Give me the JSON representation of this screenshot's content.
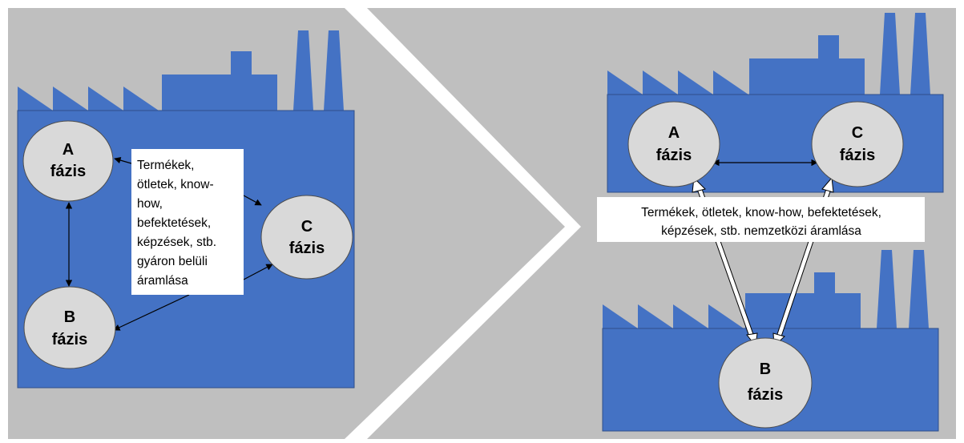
{
  "left_panel": {
    "phase_a": {
      "line1": "A",
      "line2": "fázis"
    },
    "phase_b": {
      "line1": "B",
      "line2": "fázis"
    },
    "phase_c": {
      "line1": "C",
      "line2": "fázis"
    },
    "flow_lines": [
      "Termékek,",
      "ötletek, know-",
      "how,",
      "befektetések,",
      "képzések, stb.",
      "gyáron belüli",
      "áramlása"
    ]
  },
  "right_panel": {
    "phase_a": {
      "line1": "A",
      "line2": "fázis"
    },
    "phase_b": {
      "line1": "B",
      "line2": "fázis"
    },
    "phase_c": {
      "line1": "C",
      "line2": "fázis"
    },
    "flow_lines": [
      "Termékek, ötletek, know-how, befektetések,",
      "képzések, stb. nemzetközi áramlása"
    ]
  },
  "colors": {
    "background_gray": "#bfbfbf",
    "factory_blue": "#4472c4",
    "circle_gray": "#d9d9d9"
  }
}
